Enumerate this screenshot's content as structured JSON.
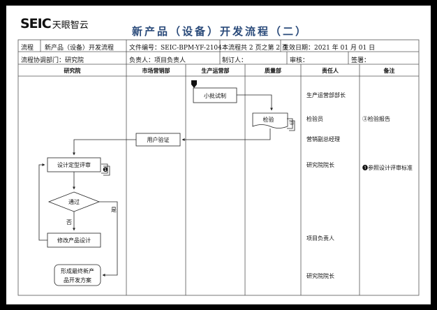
{
  "header": {
    "logo_mark": "SEIC",
    "logo_cn": "天眼智云",
    "title": "新产品（设备）开发流程（二）"
  },
  "info_row1": {
    "flow_label": "流程",
    "flow_name": "新产品（设备）开发流程",
    "doc_no": "文件编号：SEIC-BPM-YF-2104",
    "pages": "本流程共 2 页之第 2 页",
    "effective_date": "生效日期：2021 年 01 月 01 日"
  },
  "info_row2": {
    "dept": "流程协调部门：研究院",
    "owner": "负责人：项目负责人",
    "author": "制订人：",
    "reviewer": "审核：",
    "approver": "签署："
  },
  "lanes": [
    "研究院",
    "市场营销部",
    "生产运营部",
    "质量部",
    "责任人",
    "备注"
  ],
  "steps": {
    "trial_production": "小批试制",
    "inspection": "检验",
    "inspection_doc_no": "③",
    "user_validation": "用户验证",
    "design_review": "设计定型评审",
    "review_doc_no": "❶",
    "passed": "通过",
    "yes": "是",
    "no": "否",
    "modify_design": "修改产品设计",
    "final_plan_line1": "形成最终新产",
    "final_plan_line2": "品开发方案"
  },
  "responsible": [
    "生产运营部部长",
    "检验员",
    "营销副总经理",
    "研究院院长",
    "项目负责人",
    "研究院院长"
  ],
  "notes": {
    "inspection_report": "③检验报告",
    "review_standard": "❶参照设计评审标准"
  }
}
